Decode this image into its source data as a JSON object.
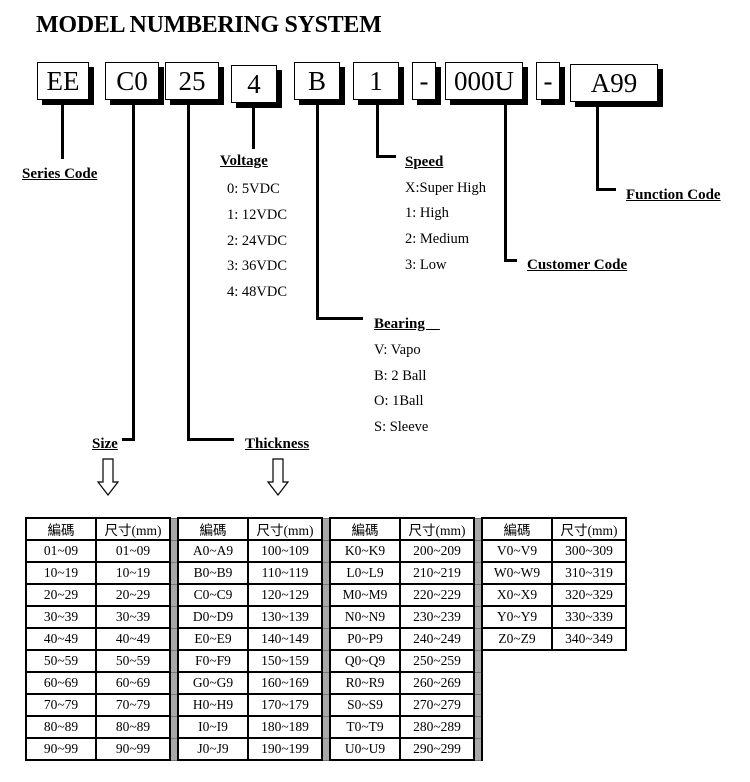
{
  "title": "MODEL NUMBERING SYSTEM",
  "segments": [
    {
      "code": "EE"
    },
    {
      "code": "C0"
    },
    {
      "code": "25"
    },
    {
      "code": "4"
    },
    {
      "code": "B"
    },
    {
      "code": "1"
    },
    {
      "code": "-"
    },
    {
      "code": "000U"
    },
    {
      "code": "-"
    },
    {
      "code": "A99"
    }
  ],
  "labels": {
    "series_code": "Series Code",
    "voltage": "Voltage",
    "speed": "Speed",
    "function_code": "Function Code",
    "customer_code": "Customer Code",
    "bearing": "Bearing    ",
    "size": "Size",
    "thickness": "Thickness"
  },
  "voltage_options": [
    "0: 5VDC",
    "1: 12VDC",
    "2: 24VDC",
    "3: 36VDC",
    "4: 48VDC"
  ],
  "speed_options": [
    "X:Super High",
    "1: High",
    "2: Medium",
    "3: Low"
  ],
  "bearing_options": [
    "V: Vapo",
    "B: 2 Ball",
    "O: 1Ball",
    "S: Sleeve"
  ],
  "table": {
    "header_code": "編碼",
    "header_size": "尺寸(mm)",
    "groups": [
      {
        "rows": [
          [
            "01~09",
            "01~09"
          ],
          [
            "10~19",
            "10~19"
          ],
          [
            "20~29",
            "20~29"
          ],
          [
            "30~39",
            "30~39"
          ],
          [
            "40~49",
            "40~49"
          ],
          [
            "50~59",
            "50~59"
          ],
          [
            "60~69",
            "60~69"
          ],
          [
            "70~79",
            "70~79"
          ],
          [
            "80~89",
            "80~89"
          ],
          [
            "90~99",
            "90~99"
          ]
        ]
      },
      {
        "rows": [
          [
            "A0~A9",
            "100~109"
          ],
          [
            "B0~B9",
            "110~119"
          ],
          [
            "C0~C9",
            "120~129"
          ],
          [
            "D0~D9",
            "130~139"
          ],
          [
            "E0~E9",
            "140~149"
          ],
          [
            "F0~F9",
            "150~159"
          ],
          [
            "G0~G9",
            "160~169"
          ],
          [
            "H0~H9",
            "170~179"
          ],
          [
            "I0~I9",
            "180~189"
          ],
          [
            "J0~J9",
            "190~199"
          ]
        ]
      },
      {
        "rows": [
          [
            "K0~K9",
            "200~209"
          ],
          [
            "L0~L9",
            "210~219"
          ],
          [
            "M0~M9",
            "220~229"
          ],
          [
            "N0~N9",
            "230~239"
          ],
          [
            "P0~P9",
            "240~249"
          ],
          [
            "Q0~Q9",
            "250~259"
          ],
          [
            "R0~R9",
            "260~269"
          ],
          [
            "S0~S9",
            "270~279"
          ],
          [
            "T0~T9",
            "280~289"
          ],
          [
            "U0~U9",
            "290~299"
          ]
        ]
      },
      {
        "rows": [
          [
            "V0~V9",
            "300~309"
          ],
          [
            "W0~W9",
            "310~319"
          ],
          [
            "X0~X9",
            "320~329"
          ],
          [
            "Y0~Y9",
            "330~339"
          ],
          [
            "Z0~Z9",
            "340~349"
          ]
        ]
      }
    ]
  }
}
